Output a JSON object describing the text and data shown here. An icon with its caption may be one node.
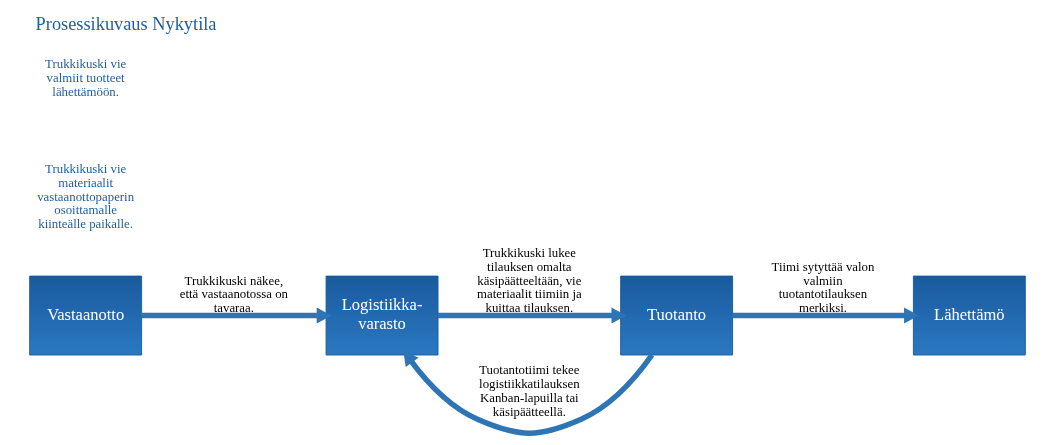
{
  "diagram": {
    "title": "Prosessikuvaus Nykytila",
    "nodes": [
      {
        "text": [
          "Vastaanotto"
        ]
      },
      {
        "text": [
          "Logistiikka-varasto"
        ]
      },
      {
        "text": [
          "Tuotanto"
        ]
      },
      {
        "text": [
          "Lähettämö"
        ]
      }
    ],
    "edges": [
      {
        "from": 0,
        "to": 1,
        "arrow": "to",
        "label": "Trukkikuski näkee, että vastaanotossa on tavaraa."
      },
      {
        "from": 2,
        "to": 1,
        "arrow": "to",
        "label": "Tuotantotiimi tekee logistiikkatilauksen Kanban-lapuilla tai käsipäätteellä."
      },
      {
        "from": 1,
        "to": 2,
        "arrow": "to",
        "label": "Trukkikuski lukee tilauksen omalta käsipäätteeltään, vie materiaalit tiimiin ja kuittaa tilauksen."
      },
      {
        "from": 2,
        "to": 3,
        "arrow": "to",
        "label": "Tiimi sytyttää valon valmiin tuotantotilauksen merkiksi."
      }
    ],
    "labels": [
      "Trukkikuski vie materiaalit vastaanottopaperin osoittamalle kiinteälle paikalle.",
      "Trukkikuski vie valmiit tuotteet lähettämöön."
    ]
  }
}
